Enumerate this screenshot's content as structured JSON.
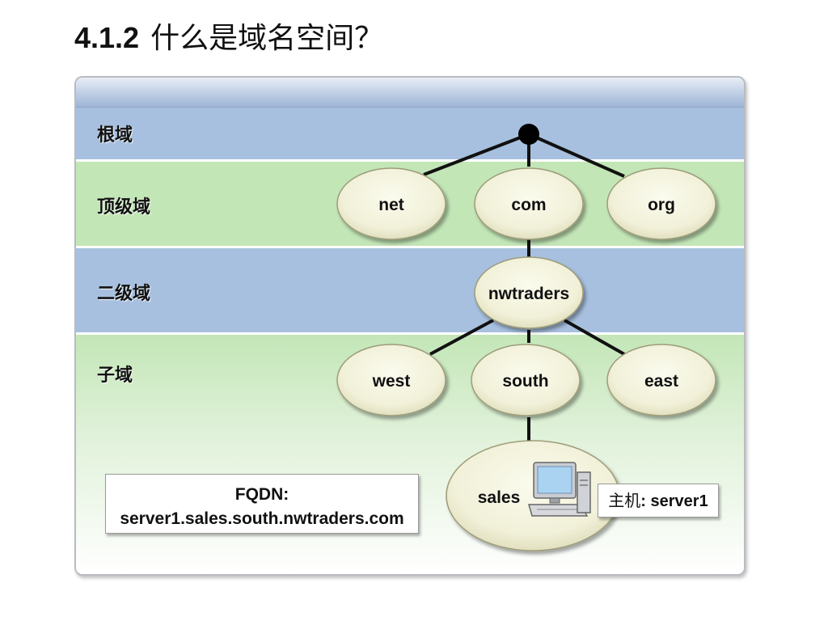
{
  "title": {
    "number": "4.1.2",
    "text": "什么是域名空间？"
  },
  "levels": [
    {
      "label": "根域"
    },
    {
      "label": "顶级域"
    },
    {
      "label": "二级域"
    },
    {
      "label": "子域"
    }
  ],
  "nodes": {
    "top_level": [
      "net",
      "com",
      "org"
    ],
    "second_level": [
      "nwtraders"
    ],
    "sub_domains": [
      "west",
      "south",
      "east"
    ],
    "sub_sub_domain": "sales"
  },
  "fqdn": {
    "label": "FQDN:",
    "value": "server1.sales.south.nwtraders.com"
  },
  "host": {
    "label": "主机",
    "value": ": server1"
  },
  "colors": {
    "band_blue": "#a7c0df",
    "band_green": "#c3e6b7",
    "node_fill": "#f1f0d8",
    "node_border": "#9d9d7a"
  }
}
